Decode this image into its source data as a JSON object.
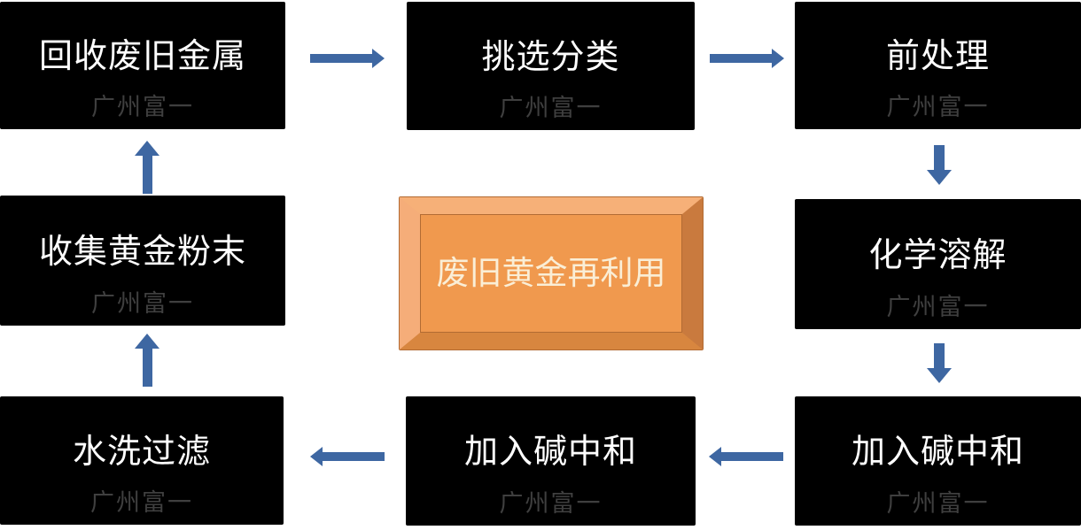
{
  "colors": {
    "page_bg": "#ffffff",
    "box_bg": "#000000",
    "box_text": "#ffffff",
    "watermark_text": "#3f3f3f",
    "arrow": "#3e67a2",
    "center_face": "#f0994e",
    "center_bevel_top": "#f6b078",
    "center_bevel_left": "#f5ad79",
    "center_bevel_right": "#c97a3e",
    "center_bevel_bottom": "#d8863f",
    "center_border": "#b26b33",
    "center_text": "#faeed6"
  },
  "watermark": "广州富一",
  "center_button": {
    "label": "废旧黄金再利用"
  },
  "steps": [
    {
      "name": "recycle-scrap-metal",
      "label": "回收废旧金属"
    },
    {
      "name": "sorting-classification",
      "label": "挑选分类"
    },
    {
      "name": "pretreatment",
      "label": "前处理"
    },
    {
      "name": "chemical-dissolution",
      "label": "化学溶解"
    },
    {
      "name": "add-alkali-neutralize-1",
      "label": "加入碱中和"
    },
    {
      "name": "add-alkali-neutralize-2",
      "label": "加入碱中和"
    },
    {
      "name": "water-wash-filter",
      "label": "水洗过滤"
    },
    {
      "name": "collect-gold-powder",
      "label": "收集黄金粉末"
    }
  ]
}
